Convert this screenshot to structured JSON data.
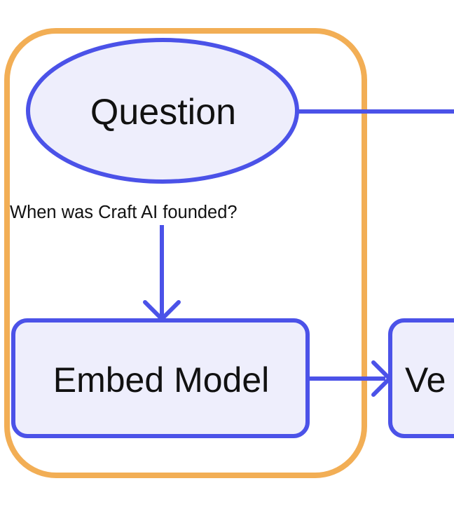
{
  "nodes": {
    "question": {
      "label": "Question"
    },
    "embed_model": {
      "label": "Embed Model"
    },
    "vector_partial": {
      "label": "Ve"
    }
  },
  "edges": {
    "question_to_embed": {
      "label": "When was Craft AI founded?"
    }
  },
  "colors": {
    "group_border": "#F2AE55",
    "node_border": "#4B52E8",
    "node_fill": "#EEEEFC",
    "arrow": "#4B52E8",
    "text": "#111111"
  }
}
